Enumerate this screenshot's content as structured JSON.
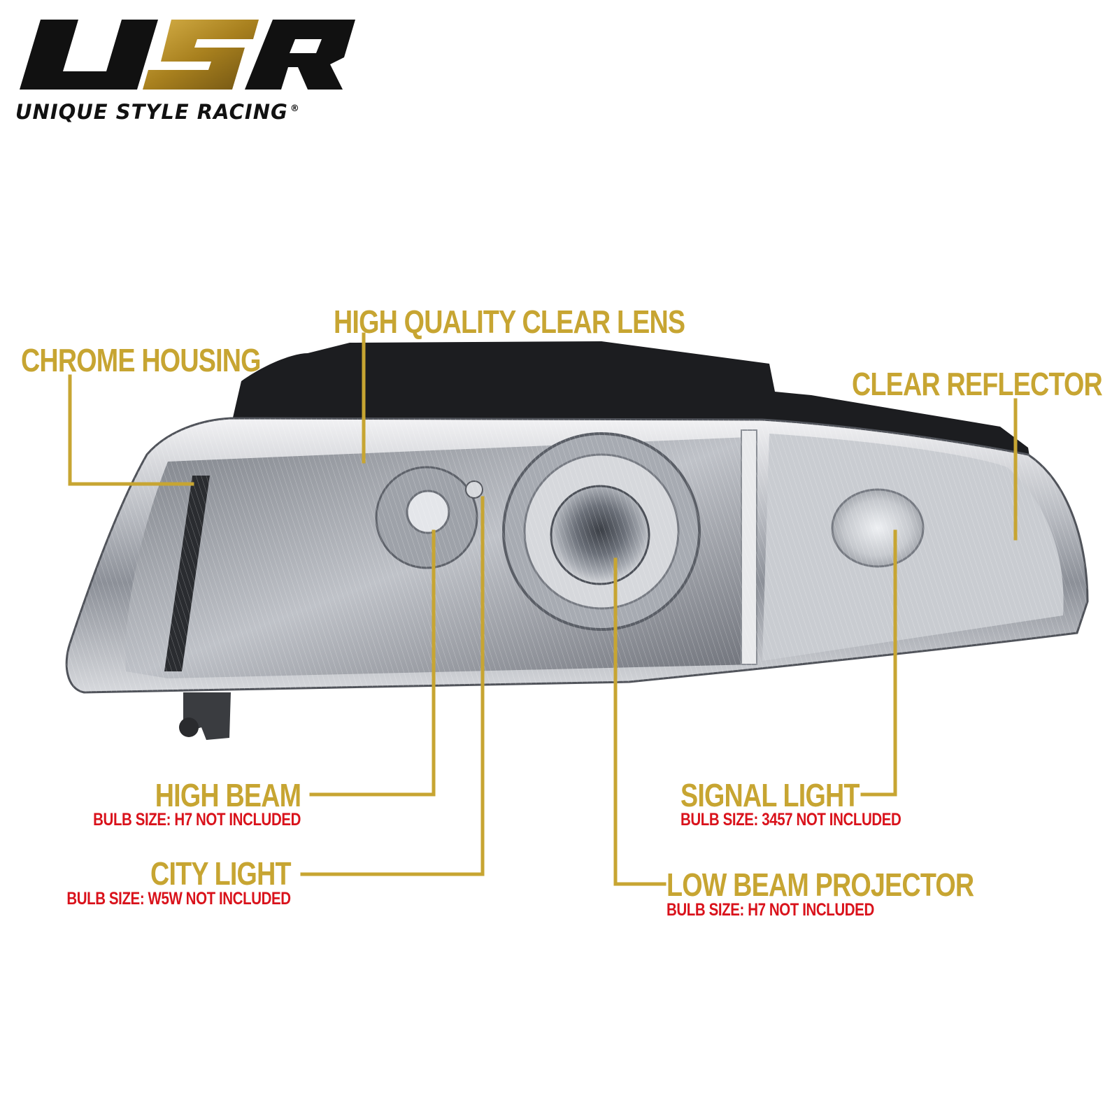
{
  "brand": {
    "logo_letters": "USR",
    "tagline": "UNIQUE STYLE RACING",
    "registered_mark": "®"
  },
  "labels": {
    "chrome_housing": "CHROME HOUSING",
    "clear_lens": "HIGH QUALITY CLEAR LENS",
    "clear_reflector": "CLEAR REFLECTOR",
    "high_beam": {
      "title": "HIGH BEAM",
      "bulb": "BULB SIZE: H7 NOT INCLUDED"
    },
    "city_light": {
      "title": "CITY LIGHT",
      "bulb": "BULB SIZE: W5W NOT INCLUDED"
    },
    "signal_light": {
      "title": "SIGNAL LIGHT",
      "bulb": "BULB SIZE: 3457 NOT INCLUDED"
    },
    "low_beam_projector": {
      "title": "LOW BEAM PROJECTOR",
      "bulb": "BULB SIZE: H7 NOT INCLUDED"
    }
  },
  "colors": {
    "label_gold": "#c7a532",
    "bulb_red": "#d9121b",
    "logo_black": "#111111",
    "logo_gold": "#b8922a"
  }
}
